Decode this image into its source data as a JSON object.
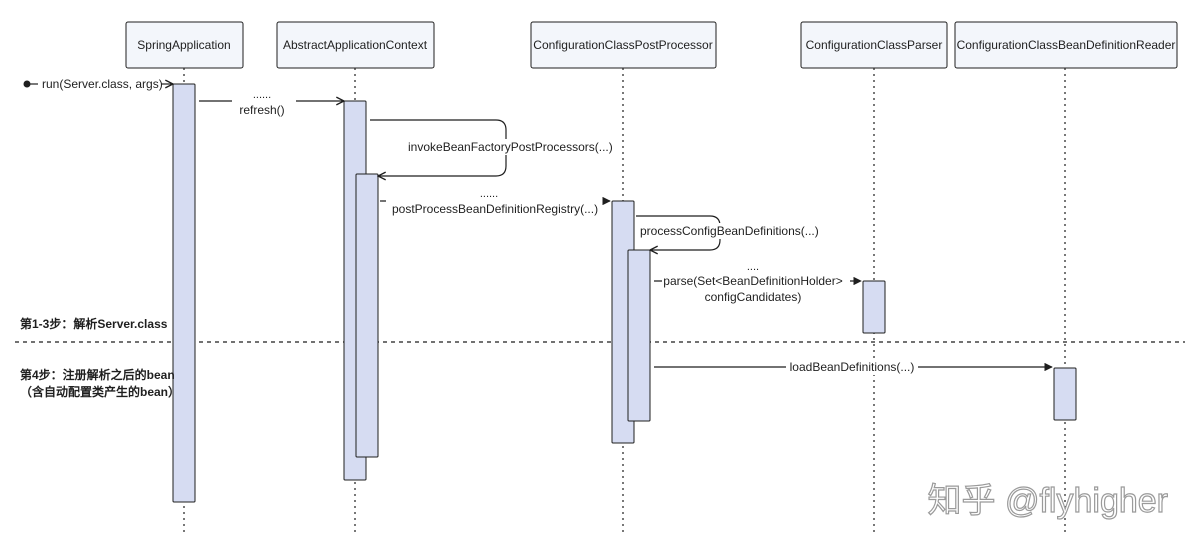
{
  "participants": [
    {
      "label": "SpringApplication"
    },
    {
      "label": "AbstractApplicationContext"
    },
    {
      "label": "ConfigurationClassPostProcessor"
    },
    {
      "label": "ConfigurationClassParser"
    },
    {
      "label": "ConfigurationClassBeanDefinitionReader"
    }
  ],
  "messages": {
    "run": "run(Server.class, args)",
    "refresh_dots": "......",
    "refresh": "refresh()",
    "invoke": "invokeBeanFactoryPostProcessors(...)",
    "post_dots": "......",
    "post_process": "postProcessBeanDefinitionRegistry(...)",
    "process_config": "processConfigBeanDefinitions(...)",
    "parse_dots": "....",
    "parse_line1": "parse(Set<BeanDefinitionHolder>",
    "parse_line2": "configCandidates)",
    "load": "loadBeanDefinitions(...)"
  },
  "notes": {
    "step1": "第1-3步：解析Server.class",
    "step4_line1": "第4步：注册解析之后的bean",
    "step4_line2": "（含自动配置类产生的bean）"
  },
  "watermark": "知乎 @flyhigher",
  "colors": {
    "participant_fill": "#f3f6fb",
    "activation_fill": "#d6dcf2",
    "stroke": "#1f1f1f"
  }
}
